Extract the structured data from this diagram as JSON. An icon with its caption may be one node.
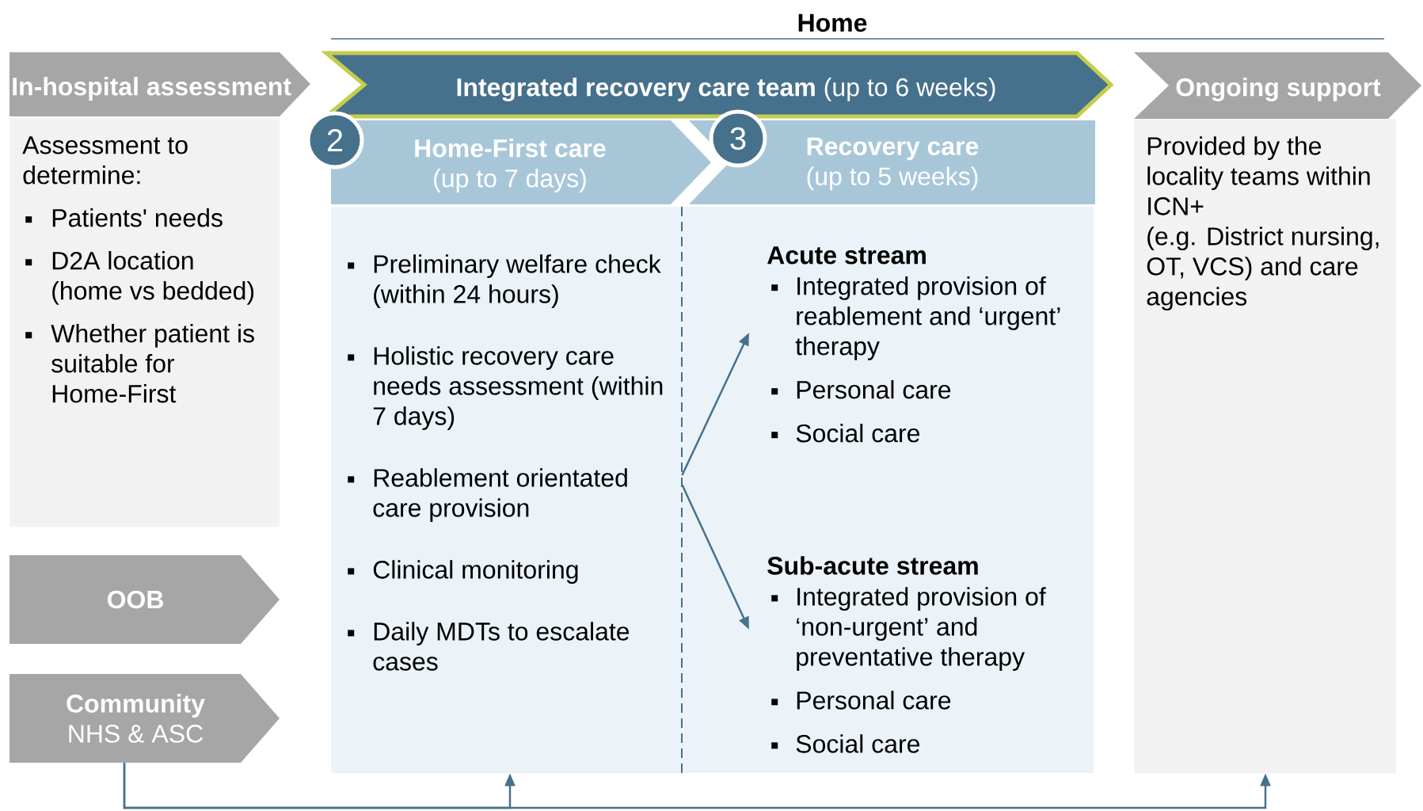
{
  "diagram": {
    "title": "Home",
    "nodes": [
      {
        "text": [
          "In-hospital assessment"
        ]
      },
      {
        "text": [
          "Assessment to determine:",
          "Patients' needs",
          "D2A location (home vs bedded)",
          "Whether patient is suitable for Home-First"
        ]
      },
      {
        "text": [
          "OOB"
        ]
      },
      {
        "text": [
          "Community",
          "NHS & ASC"
        ]
      },
      {
        "text": [
          "**Integrated recovery care team** (up to 6 weeks)"
        ]
      },
      {
        "text": [
          "2"
        ]
      },
      {
        "text": [
          "Home-First care",
          "(up to 7 days)"
        ]
      },
      {
        "text": [
          "Preliminary welfare check (within 24 hours)",
          "Holistic recovery care needs assessment (within 7 days)",
          "Reablement orientated care provision",
          "Clinical monitoring",
          "Daily MDTs to escalate cases"
        ]
      },
      {
        "text": [
          "3"
        ]
      },
      {
        "text": [
          "Recovery care",
          "(up to 5 weeks)"
        ]
      },
      {
        "text": [
          "Acute stream",
          "Integrated provision of reablement and ‘urgent’ therapy",
          "Personal care",
          "Social care"
        ]
      },
      {
        "text": [
          "Sub-acute stream",
          "Integrated provision of ‘non-urgent’ and preventative therapy",
          "Personal care",
          "Social care"
        ]
      },
      {
        "text": [
          "Ongoing support"
        ]
      },
      {
        "text": [
          "Provided by the locality teams within ICN+",
          "(e.g. District nursing, OT, VCS) and care agencies"
        ]
      }
    ],
    "edges": [
      {
        "from": 3,
        "to": 7,
        "arrow": "to"
      },
      {
        "from": 3,
        "to": 13,
        "arrow": "to"
      },
      {
        "from": 7,
        "to": 10,
        "arrow": "to"
      },
      {
        "from": 7,
        "to": 11,
        "arrow": "to"
      }
    ]
  }
}
